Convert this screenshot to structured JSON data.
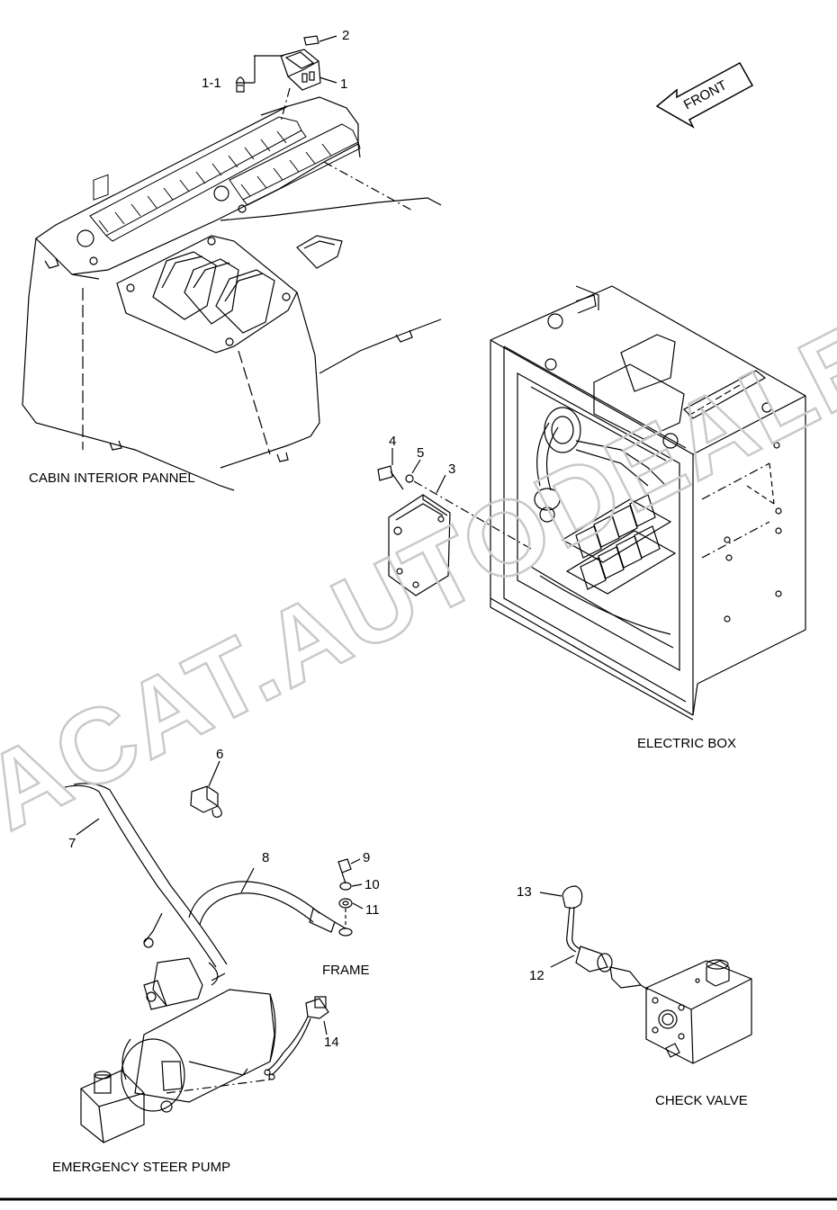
{
  "labels": {
    "cabin": "CABIN INTERIOR PANNEL",
    "electric_box": "ELECTRIC BOX",
    "frame": "FRAME",
    "check_valve": "CHECK VALVE",
    "pump": "EMERGENCY STEER PUMP",
    "front": "FRONT"
  },
  "callouts": {
    "c1": "1",
    "c1_1": "1-1",
    "c2": "2",
    "c3": "3",
    "c4": "4",
    "c5": "5",
    "c6": "6",
    "c7": "7",
    "c8": "8",
    "c9": "9",
    "c10": "10",
    "c11": "11",
    "c12": "12",
    "c13": "13",
    "c14": "14"
  },
  "watermark": "ACAT.AUTODEALER.RU"
}
